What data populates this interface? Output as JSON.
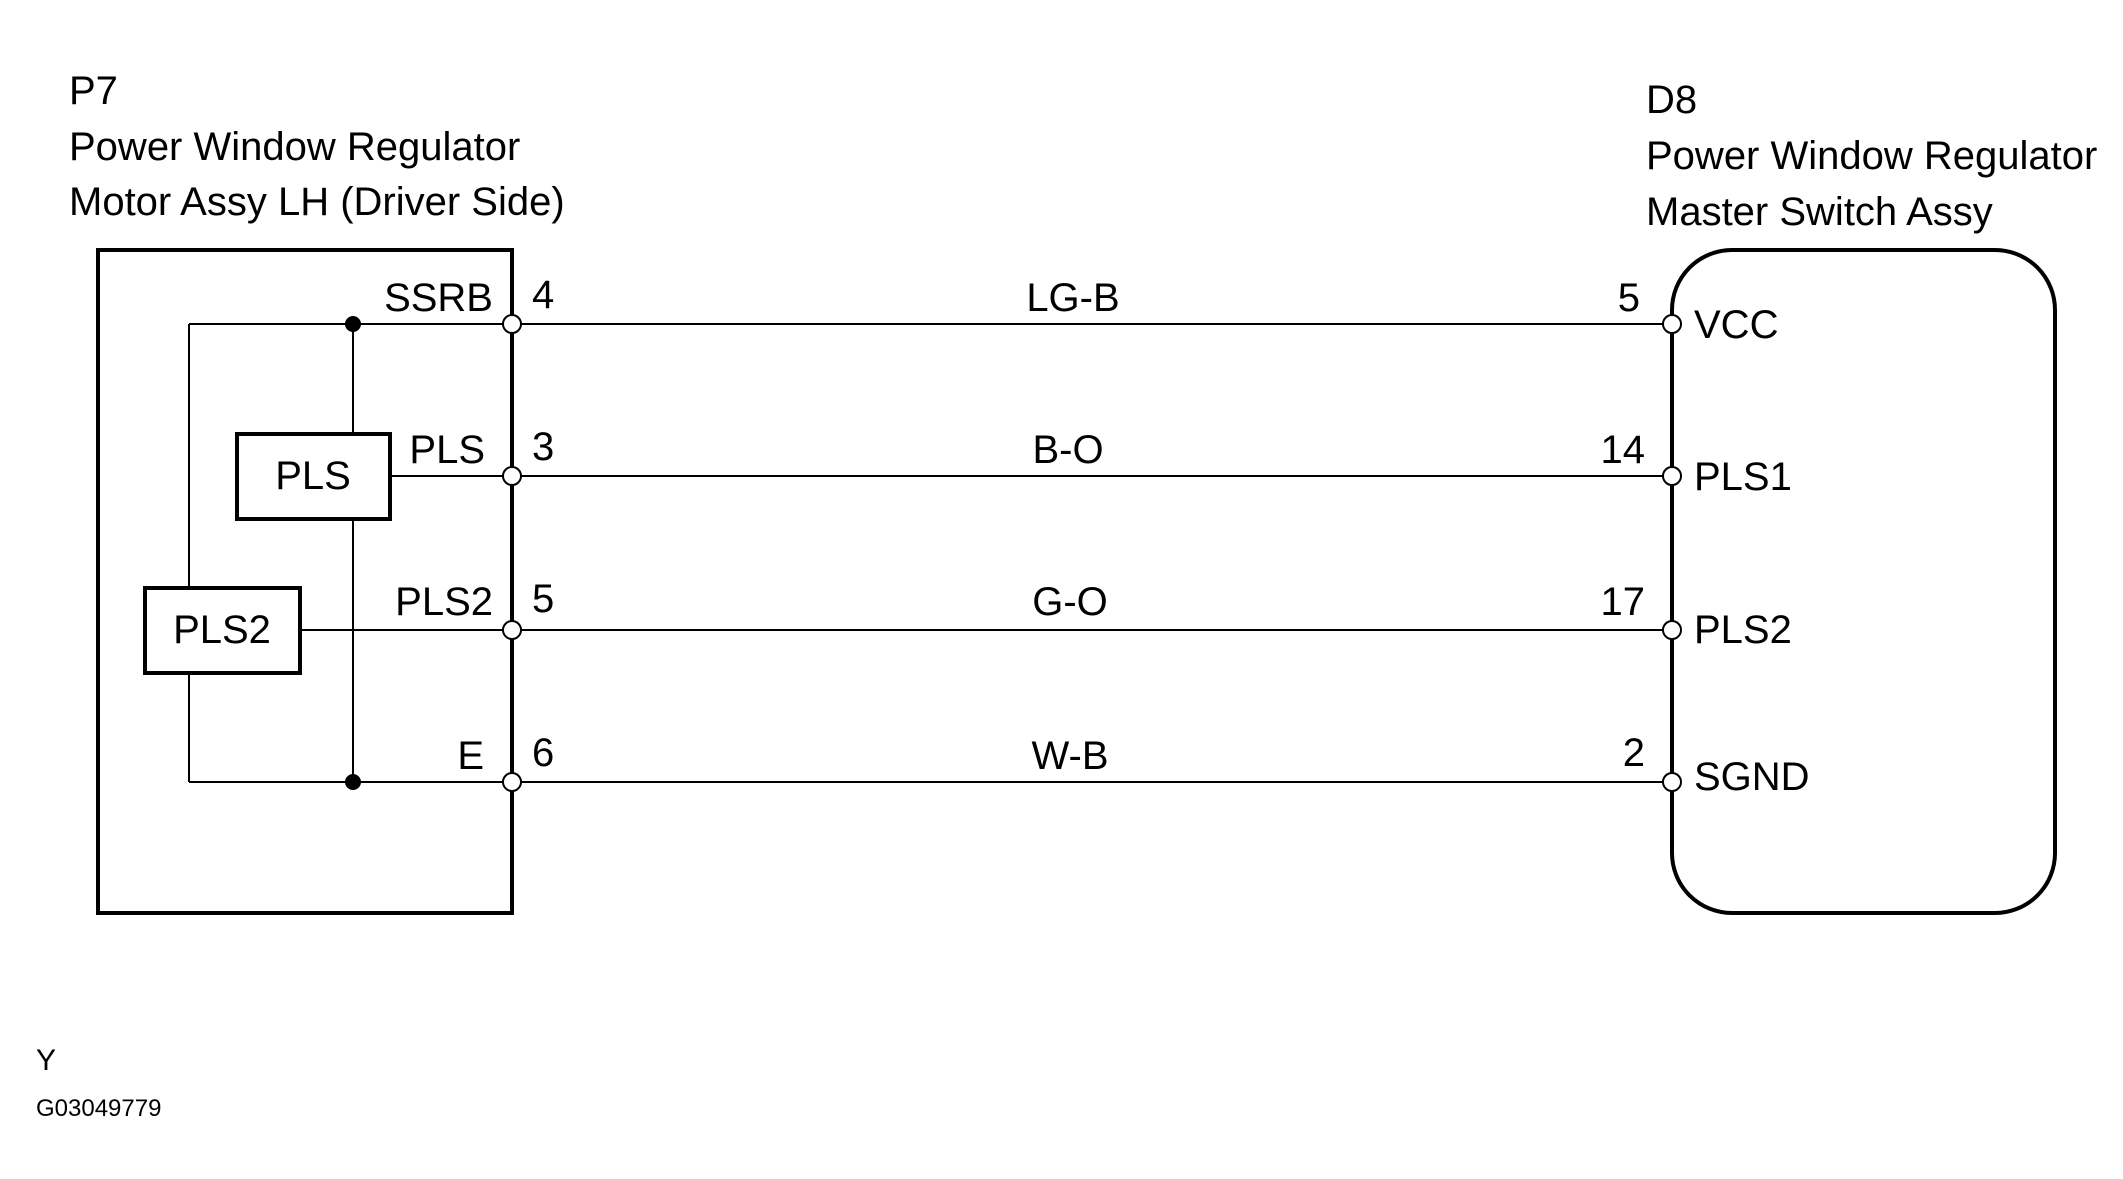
{
  "left_component": {
    "id": "P7",
    "name_line1": "Power Window Regulator",
    "name_line2": "Motor Assy LH (Driver Side)",
    "internal_boxes": {
      "pls": "PLS",
      "pls2": "PLS2"
    }
  },
  "right_component": {
    "id": "D8",
    "name_line1": "Power Window Regulator",
    "name_line2": "Master Switch Assy"
  },
  "wires": [
    {
      "left_label": "SSRB",
      "left_pin": "4",
      "color": "LG-B",
      "right_pin": "5",
      "right_label": "VCC"
    },
    {
      "left_label": "PLS",
      "left_pin": "3",
      "color": "B-O",
      "right_pin": "14",
      "right_label": "PLS1"
    },
    {
      "left_label": "PLS2",
      "left_pin": "5",
      "color": "G-O",
      "right_pin": "17",
      "right_label": "PLS2"
    },
    {
      "left_label": "E",
      "left_pin": "6",
      "color": "W-B",
      "right_pin": "2",
      "right_label": "SGND"
    }
  ],
  "footer": {
    "code": "Y",
    "figure_id": "G03049779"
  }
}
